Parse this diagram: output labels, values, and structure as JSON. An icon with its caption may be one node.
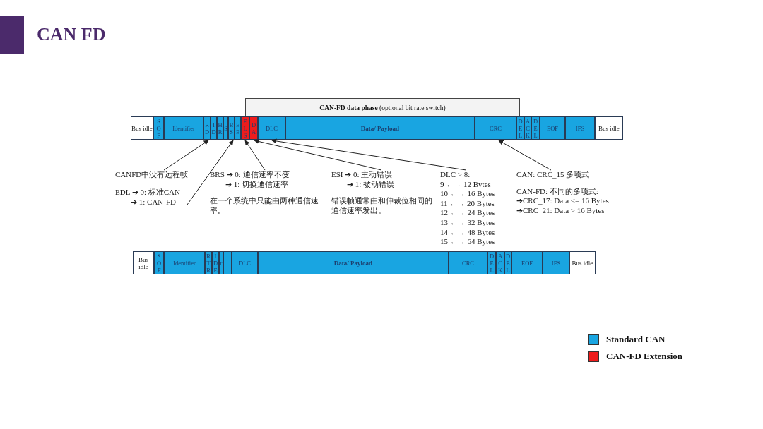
{
  "diagram": {
    "title": "CAN FD",
    "nodes": [
      {
        "text": [
          "**CAN-FD data phase** (optional bit rate switch)"
        ]
      },
      {
        "text": [
          "Bus idle"
        ]
      },
      {
        "text": [
          "S O F"
        ]
      },
      {
        "text": [
          "Identifier"
        ]
      },
      {
        "text": [
          "R D"
        ]
      },
      {
        "text": [
          "I D"
        ]
      },
      {
        "text": [
          "H R"
        ]
      },
      {
        "text": [
          "S"
        ]
      },
      {
        "text": [
          "B S"
        ]
      },
      {
        "text": [
          "E E"
        ]
      },
      {
        "text": [
          "E L S"
        ]
      },
      {
        "text": [
          "D A"
        ]
      },
      {
        "text": [
          "DLC"
        ]
      },
      {
        "text": [
          "Data/ Payload"
        ]
      },
      {
        "text": [
          "CRC"
        ]
      },
      {
        "text": [
          "D E L"
        ]
      },
      {
        "text": [
          "A C K"
        ]
      },
      {
        "text": [
          "D E L"
        ]
      },
      {
        "text": [
          "EOF"
        ]
      },
      {
        "text": [
          "IFS"
        ]
      },
      {
        "text": [
          "Bus idle"
        ]
      },
      {
        "text": [
          "CANFD中没有远程帧"
        ]
      },
      {
        "text": [
          "EDL ➔ 0: 标准CAN",
          "➔ 1: CAN-FD"
        ]
      },
      {
        "text": [
          "BRS ➔ 0: 通信速率不变",
          "➔ 1: 切换通信速率",
          "在一个系统中只能由两种通信速率。"
        ]
      },
      {
        "text": [
          "ESI ➔ 0: 主动错误",
          "➔ 1: 被动错误",
          "错误帧通常由和仲裁位相同的通信速率发出。"
        ]
      },
      {
        "text": [
          "DLC > 8:",
          "9 ←→ 12  Bytes",
          "10 ←→ 16 Bytes",
          "11 ←→ 20 Bytes",
          "12 ←→ 24 Bytes",
          "13 ←→ 32 Bytes",
          "14 ←→ 48 Bytes",
          "15 ←→ 64 Bytes"
        ]
      },
      {
        "text": [
          "CAN: CRC_15 多项式",
          "CAN-FD: 不同的多项式:",
          "➔CRC_17: Data <= 16 Bytes",
          "➔CRC_21: Data > 16 Bytes"
        ]
      },
      {
        "text": [
          "Bus idle"
        ]
      },
      {
        "text": [
          "S O F"
        ]
      },
      {
        "text": [
          "Identifier"
        ]
      },
      {
        "text": [
          "R T R"
        ]
      },
      {
        "text": [
          "I D E"
        ]
      },
      {
        "text": [
          "r"
        ]
      },
      {
        "text": [],
        "shape": "box"
      },
      {
        "text": [
          "DLC"
        ]
      },
      {
        "text": [
          "Data/ Payload"
        ]
      },
      {
        "text": [
          "CRC"
        ]
      },
      {
        "text": [
          "D E L"
        ]
      },
      {
        "text": [
          "A C K"
        ]
      },
      {
        "text": [
          "D E L"
        ]
      },
      {
        "text": [
          "EOF"
        ]
      },
      {
        "text": [
          "IFS"
        ]
      },
      {
        "text": [
          "Bus idle"
        ]
      }
    ],
    "edges": [
      {
        "from": 21,
        "to": 4,
        "arrow": "to"
      },
      {
        "from": 22,
        "to": 8,
        "arrow": "to"
      },
      {
        "from": 23,
        "to": 10,
        "arrow": "to"
      },
      {
        "from": 24,
        "to": 11,
        "arrow": "to"
      },
      {
        "from": 25,
        "to": 12,
        "arrow": "to"
      },
      {
        "from": 26,
        "to": 14,
        "arrow": "to"
      }
    ],
    "legend": [
      {
        "text": "Standard CAN",
        "color": "#19a5e1"
      },
      {
        "text": "CAN-FD Extension",
        "color": "#ee1c1c"
      }
    ]
  }
}
